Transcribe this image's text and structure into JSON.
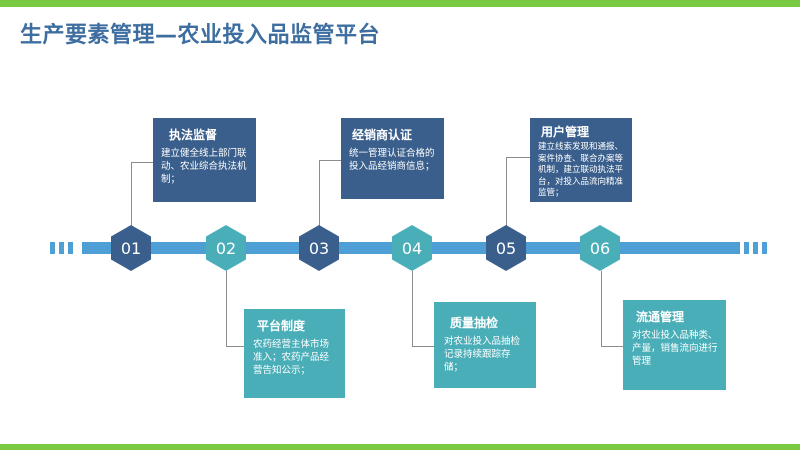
{
  "title": "生产要素管理—农业投入品监管平台",
  "colors": {
    "accent_green": "#7ac943",
    "title_blue": "#3e6ea0",
    "dark_blue": "#3a5f8c",
    "teal": "#4aaeb8",
    "timeline_blue": "#4d9fd6"
  },
  "steps": [
    {
      "number": "01",
      "title": "执法监督",
      "desc": "建立健全线上部门联动、农业综合执法机制；"
    },
    {
      "number": "02",
      "title": "平台制度",
      "desc": "农药经营主体市场准入；农药产品经营告知公示；"
    },
    {
      "number": "03",
      "title": "经销商认证",
      "desc": "统一管理认证合格的投入品经销商信息；"
    },
    {
      "number": "04",
      "title": "质量抽检",
      "desc": "对农业投入品抽检记录持续跟踪存储；"
    },
    {
      "number": "05",
      "title": "用户管理",
      "desc": "建立线索发现和通报、案件协查、联合办案等机制，建立联动执法平台，对投入品流向精准监管；"
    },
    {
      "number": "06",
      "title": "流通管理",
      "desc": "对农业投入品种类、产量，销售流向进行管理"
    }
  ]
}
